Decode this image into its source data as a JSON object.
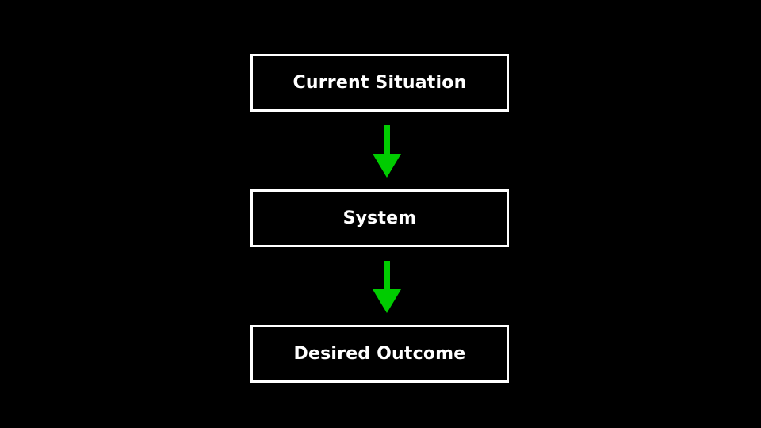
{
  "flow": {
    "nodes": [
      {
        "label": "Current Situation"
      },
      {
        "label": "System"
      },
      {
        "label": "Desired Outcome"
      }
    ]
  },
  "colors": {
    "background": "#000000",
    "box_border": "#ffffff",
    "text": "#ffffff",
    "arrow": "#00cc00"
  },
  "icons": [
    "arrow-down-icon"
  ]
}
